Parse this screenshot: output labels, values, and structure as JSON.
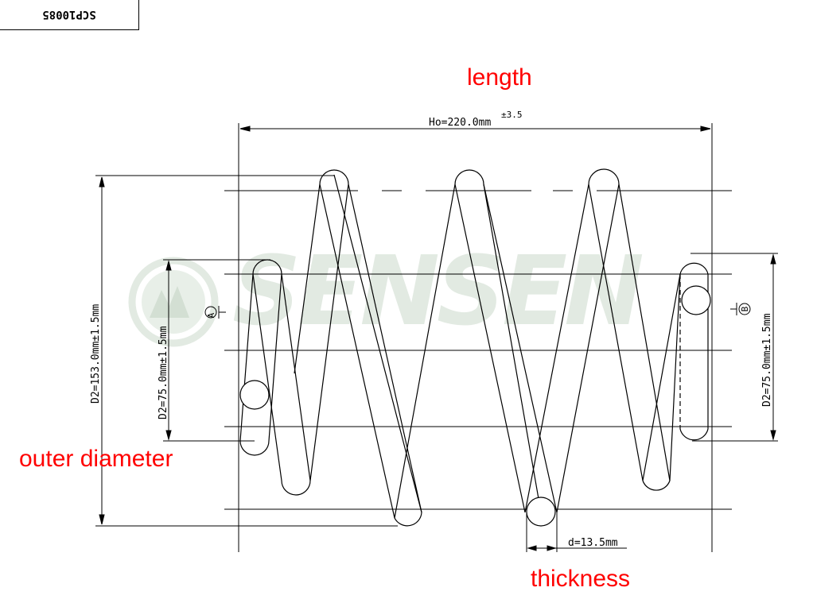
{
  "part_number": "SCP10085",
  "watermark": "SENSEN",
  "labels": {
    "length": "length",
    "outer_diameter": "outer diameter",
    "thickness": "thickness"
  },
  "dimensions": {
    "free_length": "Ho=220.0mm",
    "free_length_tolerance": "±3.5",
    "outer_diameter": "D2=153.0mm±1.5mm",
    "end_diameter_a": "D2=75.0mm±1.5mm",
    "end_diameter_b": "D2=75.0mm±1.5mm",
    "wire_thickness": "d=13.5mm"
  },
  "datums": {
    "a": "A",
    "b": "B"
  }
}
